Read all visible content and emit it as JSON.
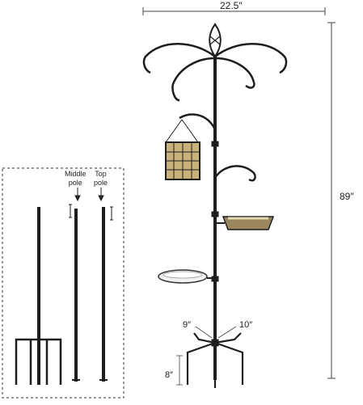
{
  "dimensions": {
    "width": "22.5″",
    "height": "89″",
    "base_left": "9″",
    "base_right": "10″",
    "stake": "8″"
  },
  "parts": {
    "middle_pole_line1": "Middle",
    "middle_pole_line2": "pole",
    "top_pole_line1": "Top",
    "top_pole_line2": "pole"
  },
  "colors": {
    "metal": "#1e1e1e",
    "dimension_line": "#444444",
    "suet": "#c8b27a",
    "bath": "#f2f2f2"
  }
}
